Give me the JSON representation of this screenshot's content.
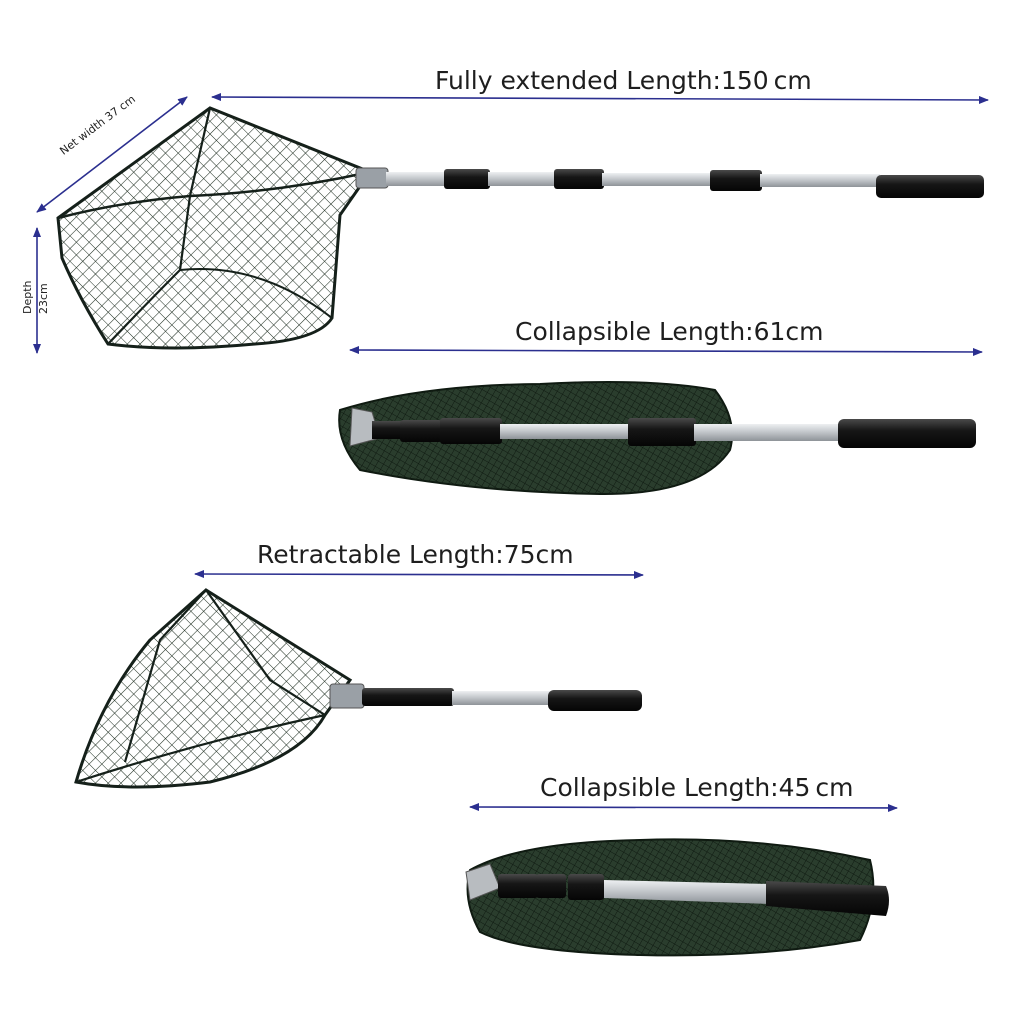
{
  "dimensions": {
    "fully_extended_label": "Fully extended Length:150 cm",
    "collapsible_long_label": "Collapsible Length:61cm",
    "retractable_label": "Retractable Length:75cm",
    "collapsible_short_label": "Collapsible Length:45 cm",
    "net_width_label": "Net width 37 cm",
    "depth_label": "Depth",
    "depth_value": "23cm"
  },
  "colors": {
    "arrow": "#2b2f8f",
    "net_mesh": "#1f2f22",
    "net_dark": "#233526",
    "pole_silver": "#c9ccd0",
    "grip_black": "#151515"
  },
  "icons": [
    "fishing-net-extended",
    "fishing-net-folded",
    "fishing-net-retracted",
    "fishing-net-folded-short"
  ]
}
